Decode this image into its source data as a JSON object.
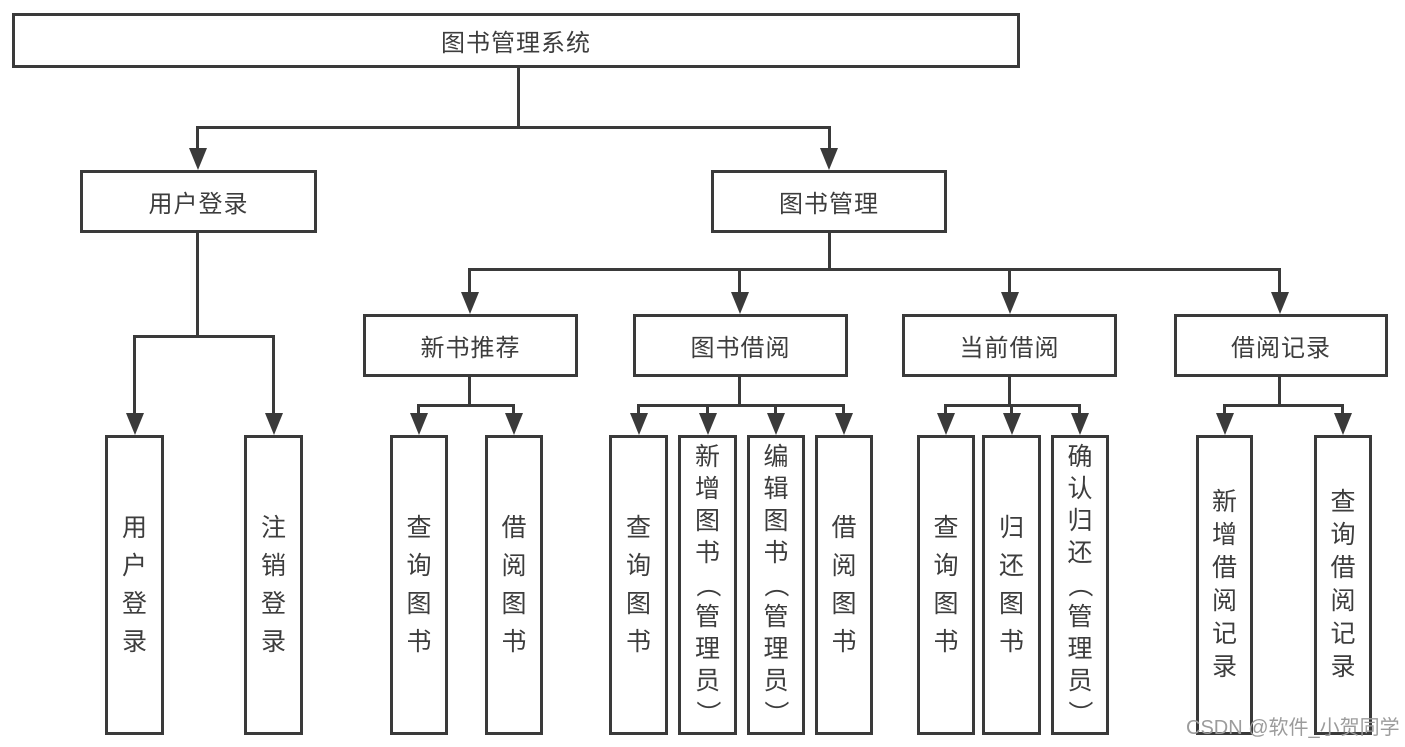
{
  "tree": {
    "root": {
      "label": "图书管理系统"
    },
    "branches": [
      {
        "label": "用户登录",
        "children": [
          {
            "label": "用户登录"
          },
          {
            "label": "注销登录"
          }
        ]
      },
      {
        "label": "图书管理",
        "children": [
          {
            "label": "新书推荐",
            "children": [
              {
                "label": "查询图书"
              },
              {
                "label": "借阅图书"
              }
            ]
          },
          {
            "label": "图书借阅",
            "children": [
              {
                "label": "查询图书"
              },
              {
                "label": "新增图书（管理员）"
              },
              {
                "label": "编辑图书（管理员）"
              },
              {
                "label": "借阅图书"
              }
            ]
          },
          {
            "label": "当前借阅",
            "children": [
              {
                "label": "查询图书"
              },
              {
                "label": "归还图书"
              },
              {
                "label": "确认归还（管理员）"
              }
            ]
          },
          {
            "label": "借阅记录",
            "children": [
              {
                "label": "新增借阅记录"
              },
              {
                "label": "查询借阅记录"
              }
            ]
          }
        ]
      }
    ]
  },
  "watermark": {
    "text": "CSDN @软件_小贺同学"
  },
  "colors": {
    "line": "#3a3a3a",
    "text": "#3d3d3d",
    "background": "#ffffff",
    "watermark": "#9c9c9c"
  }
}
